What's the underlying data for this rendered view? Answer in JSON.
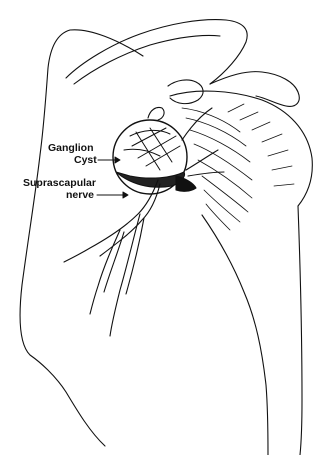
{
  "labels": {
    "ganglion_line1": "Ganglion",
    "ganglion_line2": "Cyst",
    "nerve_line1": "Suprascapular",
    "nerve_line2": "nerve"
  },
  "colors": {
    "ink": "#111111",
    "background": "#ffffff"
  }
}
